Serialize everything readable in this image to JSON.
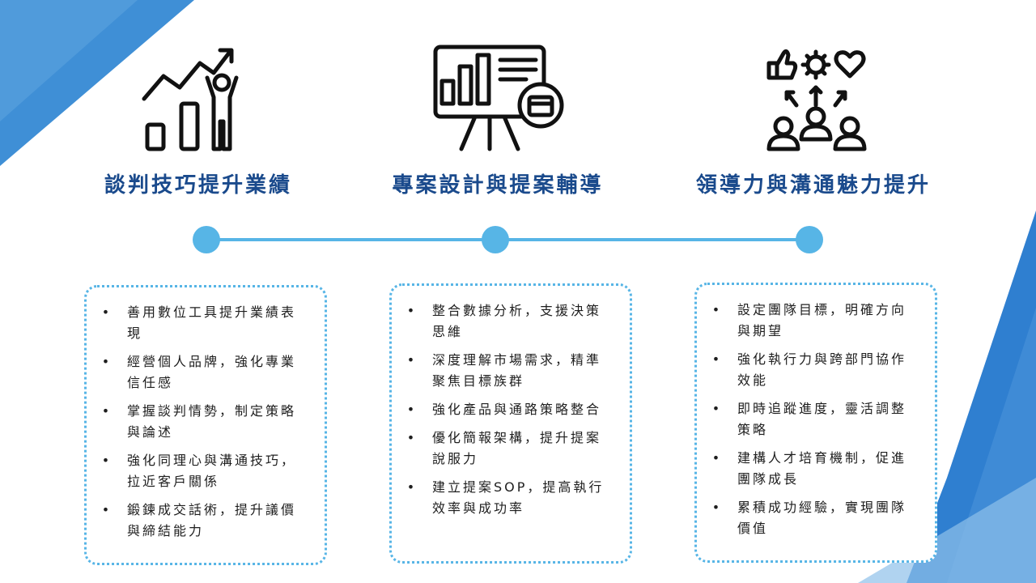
{
  "colors": {
    "title": "#1a4a8c",
    "accent": "#57b5e6",
    "corner": "#3f8fd6"
  },
  "bullet_glyph": "•",
  "columns": [
    {
      "icon": "growth-chart-person-icon",
      "title": "談判技巧提升業績",
      "items": [
        "善用數位工具提升業績表現",
        "經營個人品牌，強化專業信任感",
        "掌握談判情勢，制定策略與論述",
        "強化同理心與溝通技巧，拉近客戶關係",
        "鍛鍊成交話術，提升議價與締結能力"
      ]
    },
    {
      "icon": "presentation-board-icon",
      "title": "專案設計與提案輔導",
      "items": [
        "整合數據分析，支援決策思維",
        "深度理解市場需求，精準聚焦目標族群",
        "強化產品與通路策略整合",
        "優化簡報架構，提升提案說服力",
        "建立提案SOP，提高執行效率與成功率"
      ]
    },
    {
      "icon": "team-leadership-icon",
      "title": "領導力與溝通魅力提升",
      "items": [
        "設定團隊目標，明確方向與期望",
        "強化執行力與跨部門協作效能",
        "即時追蹤進度，靈活調整策略",
        "建構人才培育機制，促進團隊成長",
        "累積成功經驗，實現團隊價值"
      ]
    }
  ]
}
